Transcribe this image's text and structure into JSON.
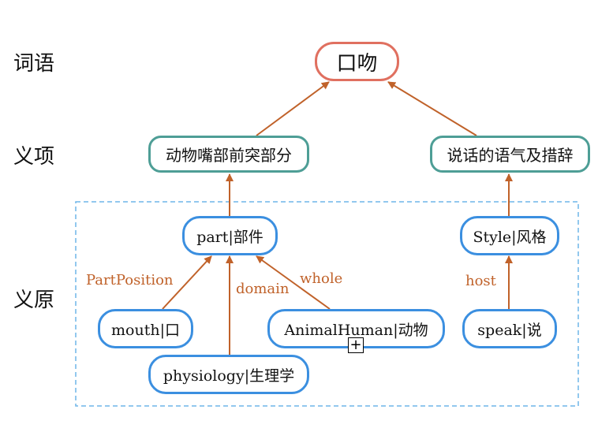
{
  "row_labels": {
    "word": "词语",
    "sense": "义项",
    "sememe": "义原"
  },
  "word": {
    "label": "口吻"
  },
  "senses": [
    {
      "label": "动物嘴部前突部分"
    },
    {
      "label": "说话的语气及措辞"
    }
  ],
  "sememes": {
    "part": "part|部件",
    "style": "Style|风格",
    "mouth": "mouth|口",
    "physiology": "physiology|生理学",
    "animalhuman": "AnimalHuman|动物",
    "speak": "speak|说"
  },
  "relations": {
    "partposition": "PartPosition",
    "domain": "domain",
    "whole": "whole",
    "host": "host"
  },
  "expand_glyph": "+",
  "colors": {
    "word_border": "#e07060",
    "sense_border": "#4e9e96",
    "sememe_border": "#3b8fe0",
    "arrow": "#c0622a",
    "dashed_box": "#6fb6e8"
  }
}
